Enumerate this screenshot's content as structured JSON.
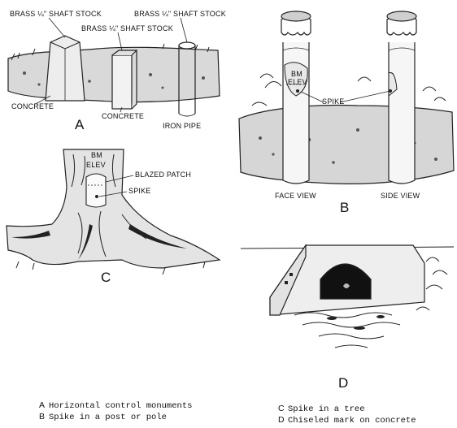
{
  "panelA": {
    "letter": "A",
    "labels": {
      "brass_left": "BRASS ¼\" SHAFT STOCK",
      "brass_mid": "BRASS ¼\" SHAFT STOCK",
      "brass_right": "BRASS ¼\" SHAFT STOCK",
      "concrete_left": "CONCRETE",
      "concrete_mid": "CONCRETE",
      "iron_pipe": "IRON PIPE"
    }
  },
  "panelB": {
    "letter": "B",
    "labels": {
      "bm": "BM",
      "elev": "ELEV",
      "spike": "SPIKE",
      "face_view": "FACE VIEW",
      "side_view": "SIDE VIEW"
    }
  },
  "panelC": {
    "letter": "C",
    "labels": {
      "bm": "BM",
      "elev": "ELEV",
      "blazed_patch": "BLAZED PATCH",
      "spike": "SPIKE"
    }
  },
  "panelD": {
    "letter": "D"
  },
  "captions": {
    "a_letter": "A",
    "a_text": "Horizontal control monuments",
    "b_letter": "B",
    "b_text": "Spike in a post or pole",
    "c_letter": "C",
    "c_text": "Spike in a tree",
    "d_letter": "D",
    "d_text": "Chiseled mark on concrete"
  }
}
